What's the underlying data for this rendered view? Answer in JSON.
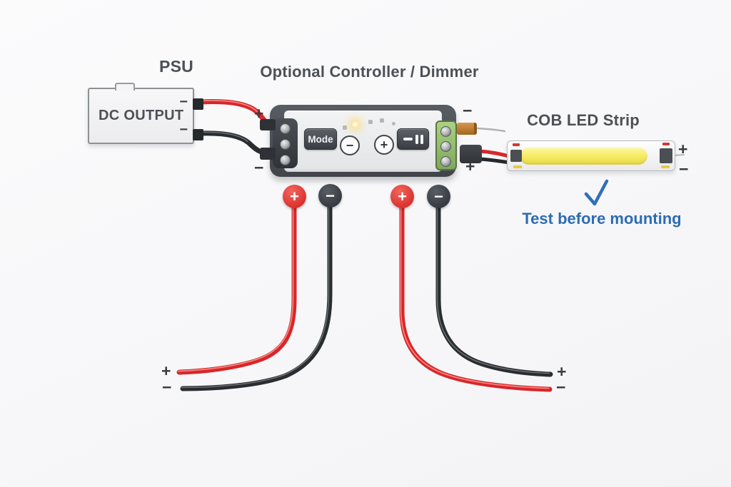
{
  "labels": {
    "psu_title": "PSU",
    "controller_title": "Optional Controller / Dimmer",
    "strip_title": "COB LED Strip",
    "test_note": "Test before mounting",
    "check_glyph": "✓"
  },
  "psu": {
    "display_text": "DC OUTPUT",
    "terminal_top_polarity": "−",
    "terminal_bottom_polarity": "−"
  },
  "controller": {
    "input_plus": "+",
    "input_minus": "−",
    "output_minus": "−",
    "output_plus": "+",
    "buttons": {
      "mode": "Mode",
      "dim_down": "−",
      "dim_up": "+"
    }
  },
  "strip": {
    "plus": "+",
    "minus": "−"
  },
  "test_leads": {
    "badges": [
      "+",
      "−",
      "+",
      "−"
    ],
    "left_end": {
      "plus": "+",
      "minus": "−"
    },
    "right_end": {
      "plus": "+",
      "minus": "−"
    }
  },
  "colors": {
    "wire_red": "#d8262a",
    "wire_black": "#2a2d30",
    "accent_blue": "#2d6cb4",
    "led_yellow": "#f6ea62",
    "terminal_green": "#8fbe69",
    "text_gray": "#4d5156"
  }
}
